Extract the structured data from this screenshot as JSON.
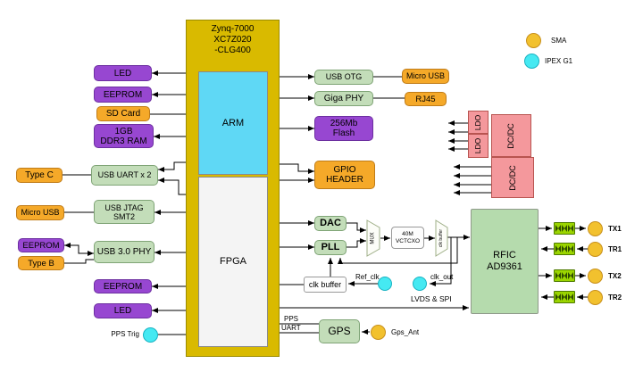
{
  "colors": {
    "zynq_yellow": "#D9BA00",
    "arm_cyan": "#5FD8F5",
    "block_purple": "#9747D1",
    "block_orange": "#F5A929",
    "block_green": "#C3DDB9",
    "power_pink": "#F4989C",
    "rfic_green": "#B5DBAD",
    "filter_green": "#9BD500",
    "sma_yellow": "#F2C12E",
    "ipex_cyan": "#45E9F2"
  },
  "zynq": {
    "title1": "Zynq-7000",
    "title2": "XC7Z020",
    "title3": "-CLG400",
    "arm": "ARM",
    "fpga": "FPGA"
  },
  "left": {
    "led_top": "LED",
    "eeprom_top": "EEPROM",
    "sd_card": "SD Card",
    "ddr3_l1": "1GB",
    "ddr3_l2": "DDR3 RAM",
    "type_c": "Type C",
    "usb_uart": "USB UART x 2",
    "micro_usb": "Micro USB",
    "jtag_l1": "USB JTAG",
    "jtag_l2": "SMT2",
    "eeprom_mid": "EEPROM",
    "type_b": "Type B",
    "usb3_phy": "USB 3.0 PHY",
    "eeprom_bot": "EEPROM",
    "led_bot": "LED",
    "pps_trig": "PPS Trig"
  },
  "right": {
    "usb_otg": "USB OTG",
    "micro_usb": "Micro USB",
    "giga_phy": "Giga PHY",
    "rj45": "RJ45",
    "flash_l1": "256Mb",
    "flash_l2": "Flash",
    "gpio_l1": "GPIO",
    "gpio_l2": "HEADER"
  },
  "power": {
    "ldo_a": "LDO",
    "ldo_b": "LDO",
    "dcdc_a": "DC/DC",
    "dcdc_b": "DC/DC"
  },
  "clock": {
    "dac": "DAC",
    "pll": "PLL",
    "mux": "MUX",
    "vctcxo_l1": "40M",
    "vctcxo_l2": "VCTCXO",
    "clk_bufer": "clk buffer",
    "clk_buffer": "clk buffer",
    "ref_clk": "Ref_clk",
    "clk_out": "clk_out"
  },
  "rfic": {
    "l1": "RFIC",
    "l2": "AD9361",
    "lvds_spi": "LVDS & SPI",
    "tx1": "TX1",
    "tr1": "TR1",
    "tx2": "TX2",
    "tr2": "TR2"
  },
  "gps": {
    "name": "GPS",
    "pps": "PPS",
    "uart": "UART",
    "ant": "Gps_Ant"
  },
  "legend": {
    "sma": "SMA",
    "ipex": "IPEX G1"
  }
}
